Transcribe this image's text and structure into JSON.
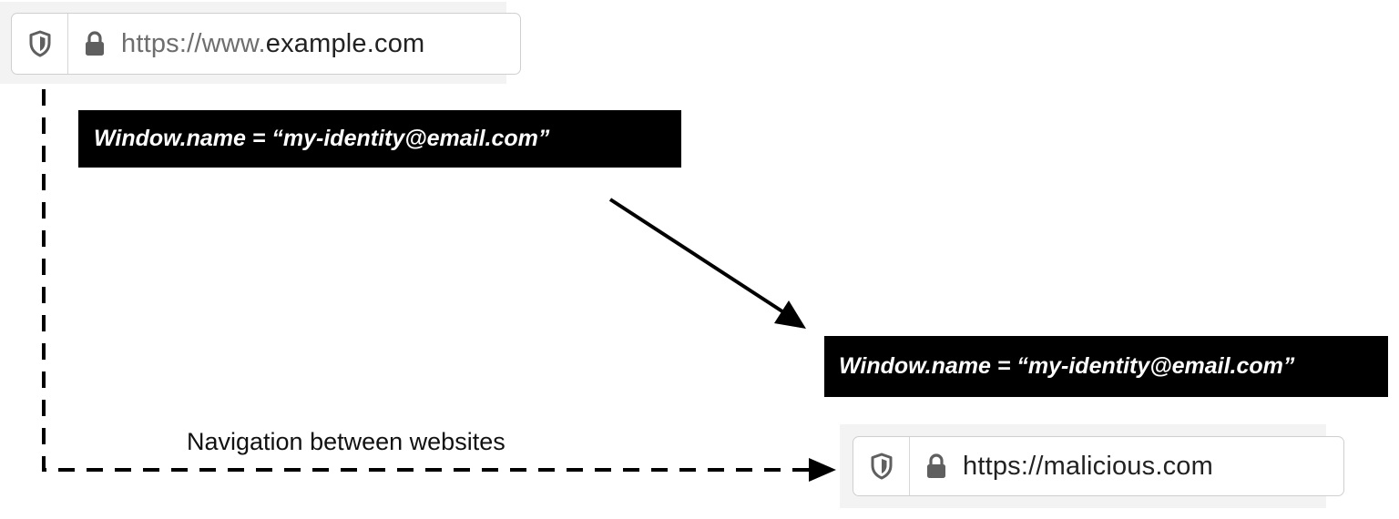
{
  "source_browser": {
    "url_prefix": "https://www.",
    "url_domain": "example.com",
    "shield_icon": "shield-icon",
    "lock_icon": "lock-icon"
  },
  "source_window_name": "Window.name = “my-identity@email.com”",
  "target_window_name": "Window.name = “my-identity@email.com”",
  "navigation_caption": "Navigation between websites",
  "target_browser": {
    "url_prefix": "https://",
    "url_domain": "malicious.com",
    "shield_icon": "shield-icon",
    "lock_icon": "lock-icon"
  },
  "colors": {
    "box_background": "#000000",
    "box_text": "#ffffff",
    "bar_background": "#f3f3f3",
    "icon_gray": "#5f5f5f"
  }
}
